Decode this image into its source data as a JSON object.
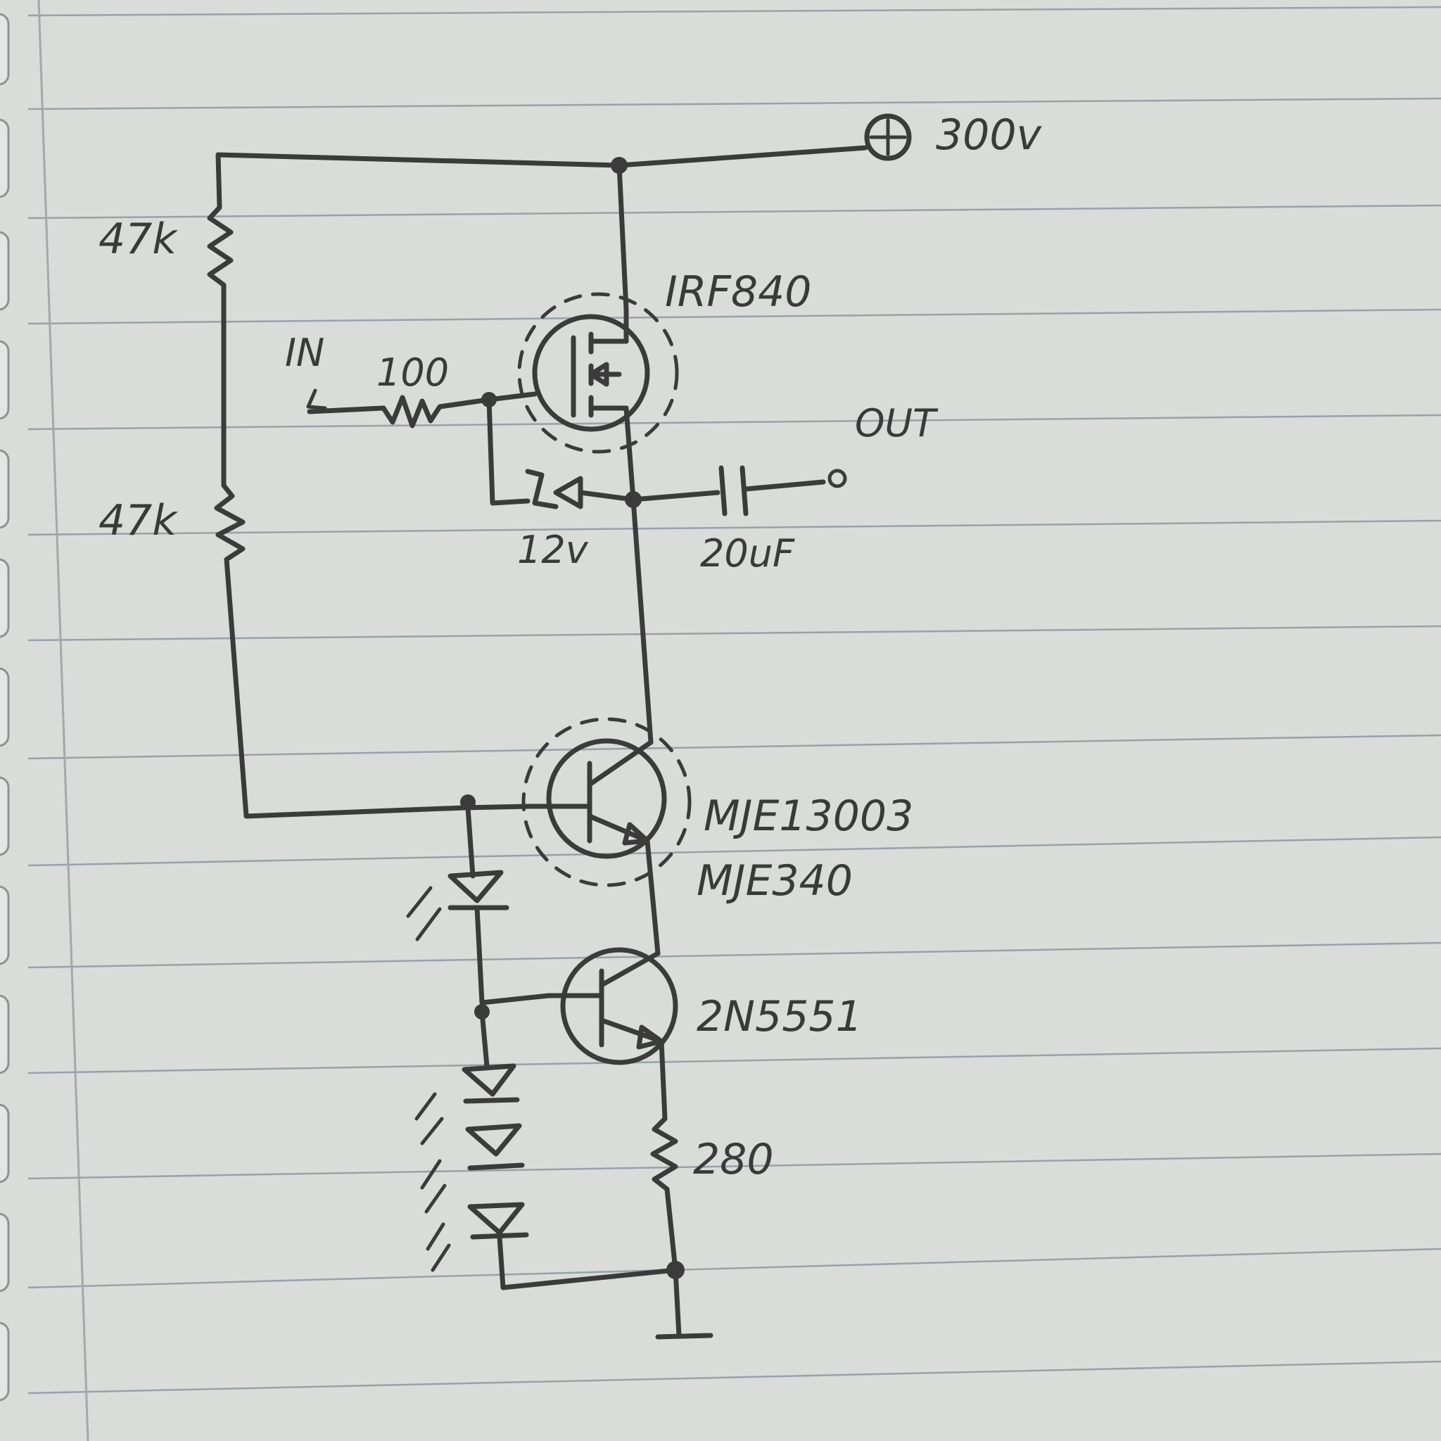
{
  "labels": {
    "supply": "300v",
    "mosfet": "IRF840",
    "input": "IN",
    "gate_resistor": "100",
    "output": "OUT",
    "zener": "12v",
    "capacitor": "20uF",
    "r_top": "47k",
    "r_bottom": "47k",
    "q_hv_1": "MJE13003",
    "q_hv_2": "MJE340",
    "q_small": "2N5551",
    "r_emitter": "280"
  },
  "colors": {
    "paper": "#d9dcd8",
    "ink": "#3b3b3b",
    "rule": "#9aa0a8"
  },
  "icons": {
    "supply": "plus-circle-icon",
    "ground": "ground-icon",
    "input_terminal": "arrow-input-icon",
    "output_terminal": "output-terminal-icon"
  }
}
